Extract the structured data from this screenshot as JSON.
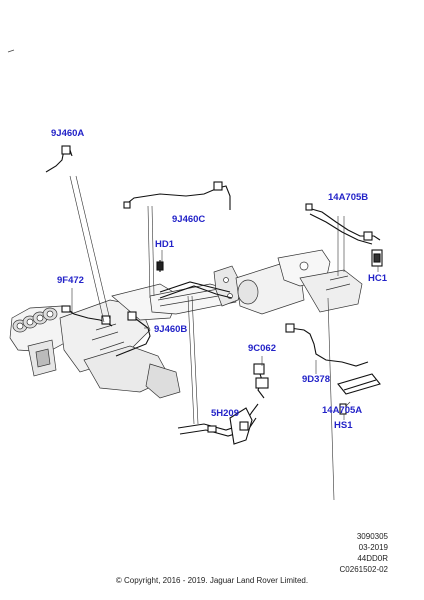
{
  "callouts": {
    "c9J460A": "9J460A",
    "c9J460C": "9J460C",
    "cHD1": "HD1",
    "c14A705B": "14A705B",
    "cHC1": "HC1",
    "c9F472": "9F472",
    "c9J460B": "9J460B",
    "c9C062": "9C062",
    "c9D378": "9D378",
    "c14A705A": "14A705A",
    "c5H209": "5H209",
    "cHS1": "HS1"
  },
  "reference": {
    "line1": "3090305",
    "line2": "03-2019",
    "line3": "44DD0R",
    "line4": "C0261502-02"
  },
  "copyright": "© Copyright, 2016 - 2019. Jaguar Land Rover Limited.",
  "colors": {
    "callout": "#2323c8",
    "line": "#222222"
  }
}
